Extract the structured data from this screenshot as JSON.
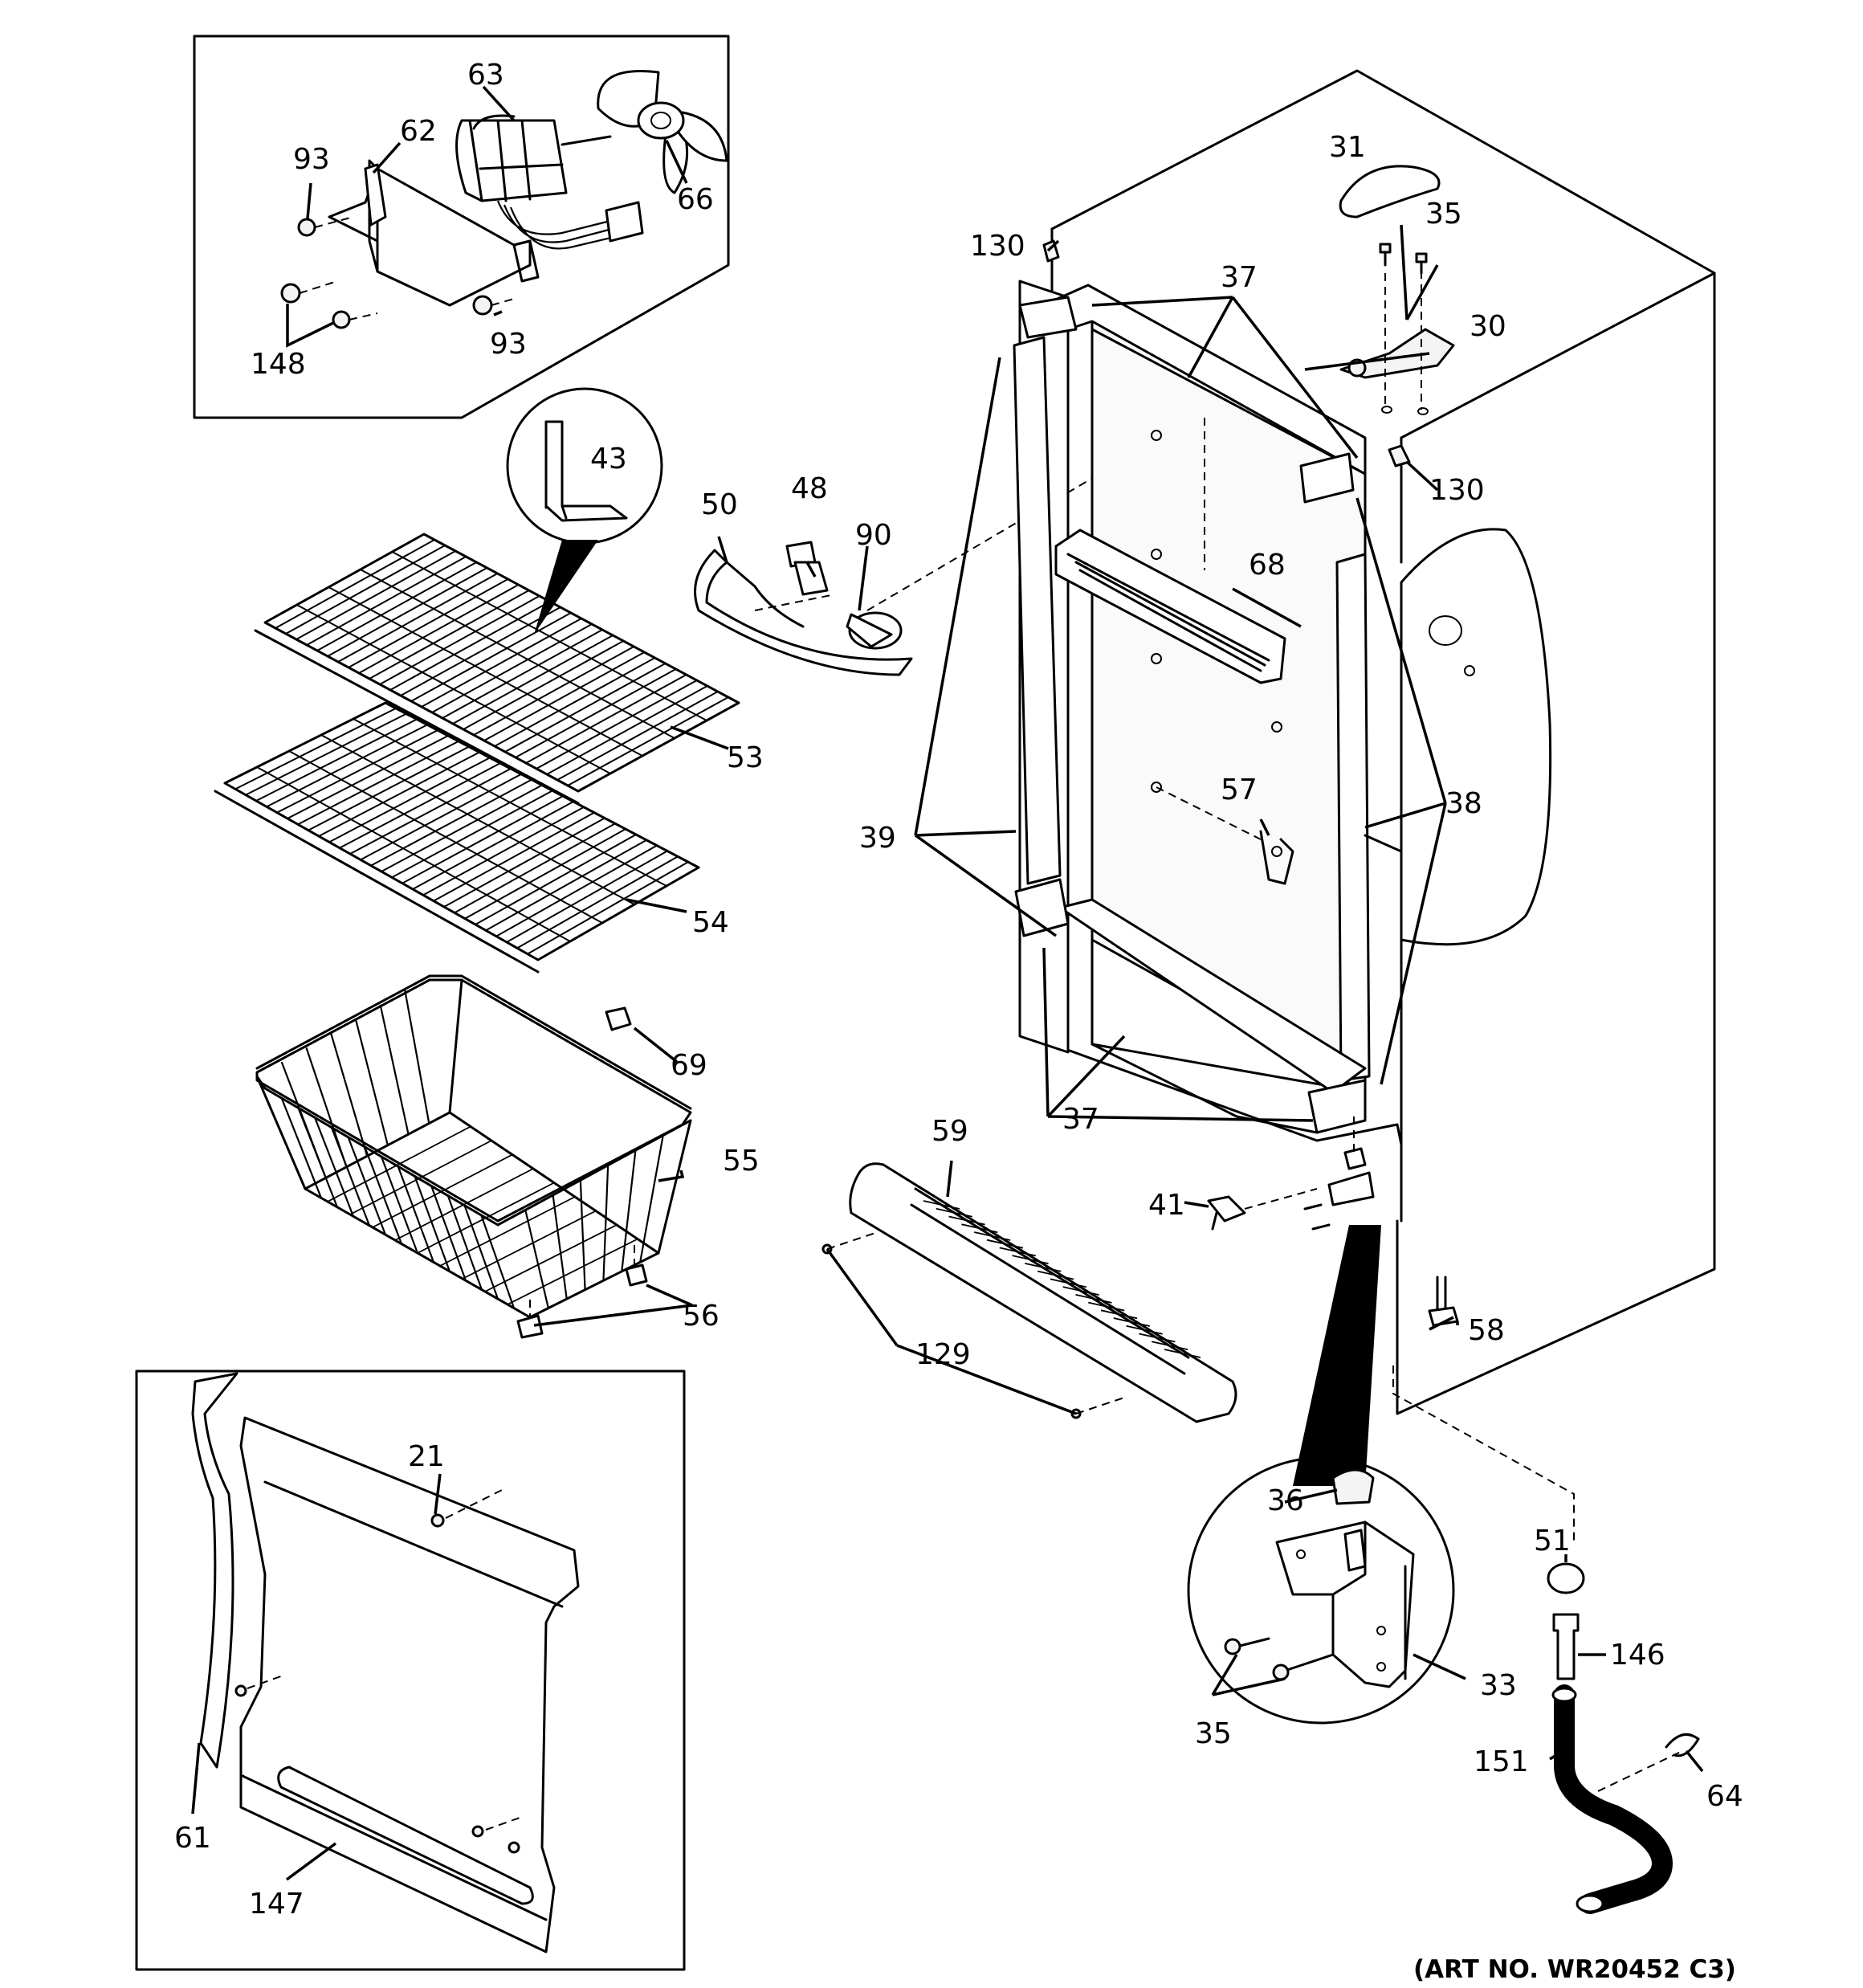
{
  "diagram": {
    "art_number": "(ART NO. WR20452 C3)",
    "part_labels": {
      "p21": "21",
      "p30": "30",
      "p31": "31",
      "p33": "33",
      "p35a": "35",
      "p35b": "35",
      "p36": "36",
      "p37a": "37",
      "p37b": "37",
      "p38": "38",
      "p39": "39",
      "p41": "41",
      "p43": "43",
      "p48": "48",
      "p50": "50",
      "p51": "51",
      "p53": "53",
      "p54": "54",
      "p55": "55",
      "p56": "56",
      "p57": "57",
      "p58": "58",
      "p59": "59",
      "p61": "61",
      "p62": "62",
      "p63": "63",
      "p64": "64",
      "p66": "66",
      "p68": "68",
      "p69": "69",
      "p90": "90",
      "p93a": "93",
      "p93b": "93",
      "p129": "129",
      "p130a": "130",
      "p130b": "130",
      "p146": "146",
      "p147": "147",
      "p148": "148",
      "p151": "151"
    }
  }
}
